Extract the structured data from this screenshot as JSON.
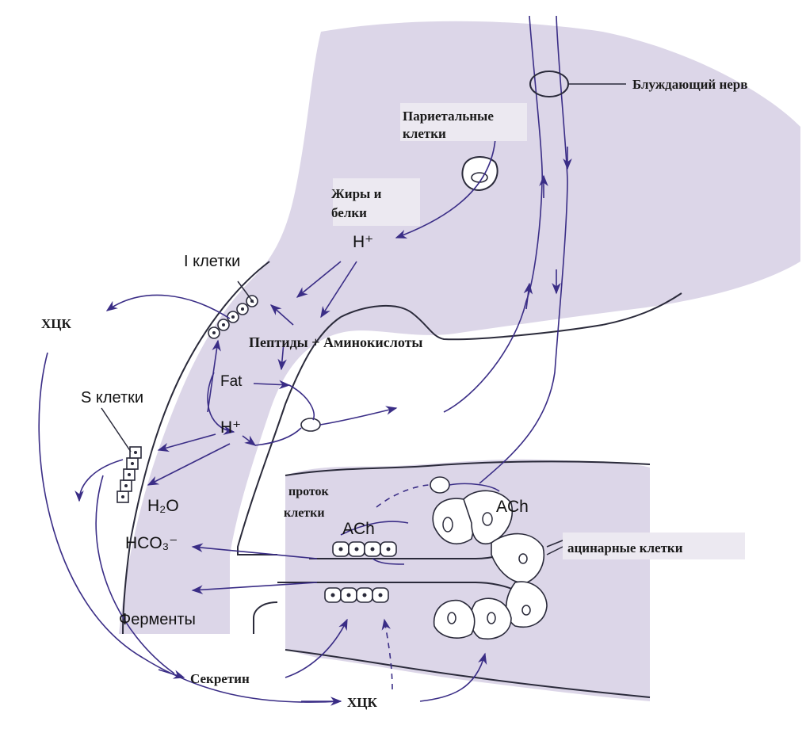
{
  "colors": {
    "tissue": "#dcd6e8",
    "tissue_light": "#e8e3f0",
    "arrow": "#3a2d86",
    "outline": "#2a2a3a",
    "label_box": "#ece9f1"
  },
  "labels": {
    "vagus_nerve": "Блуждающий нерв",
    "parietal_cells_1": "Париетальные",
    "parietal_cells_2": "клетки",
    "fats_proteins_1": "Жиры и",
    "fats_proteins_2": "белки",
    "h_plus_top": "H⁺",
    "i_cells": "I клетки",
    "cck_left": "ХЦК",
    "peptides_aminoacids": "Пептиды + Аминокислоты",
    "fat": "Fat",
    "s_cells": "S клетки",
    "h_plus_mid": "H⁺",
    "duct_cells_1": "проток",
    "duct_cells_2": "клетки",
    "ach_top": "ACh",
    "ach_mid": "ACh",
    "water": "H₂O",
    "bicarbonate": "HCO₃⁻",
    "acinar_cells": "ацинарные клетки",
    "enzymes": "Ферменты",
    "secretin": "Секретин",
    "cck_bottom": "ХЦК"
  }
}
